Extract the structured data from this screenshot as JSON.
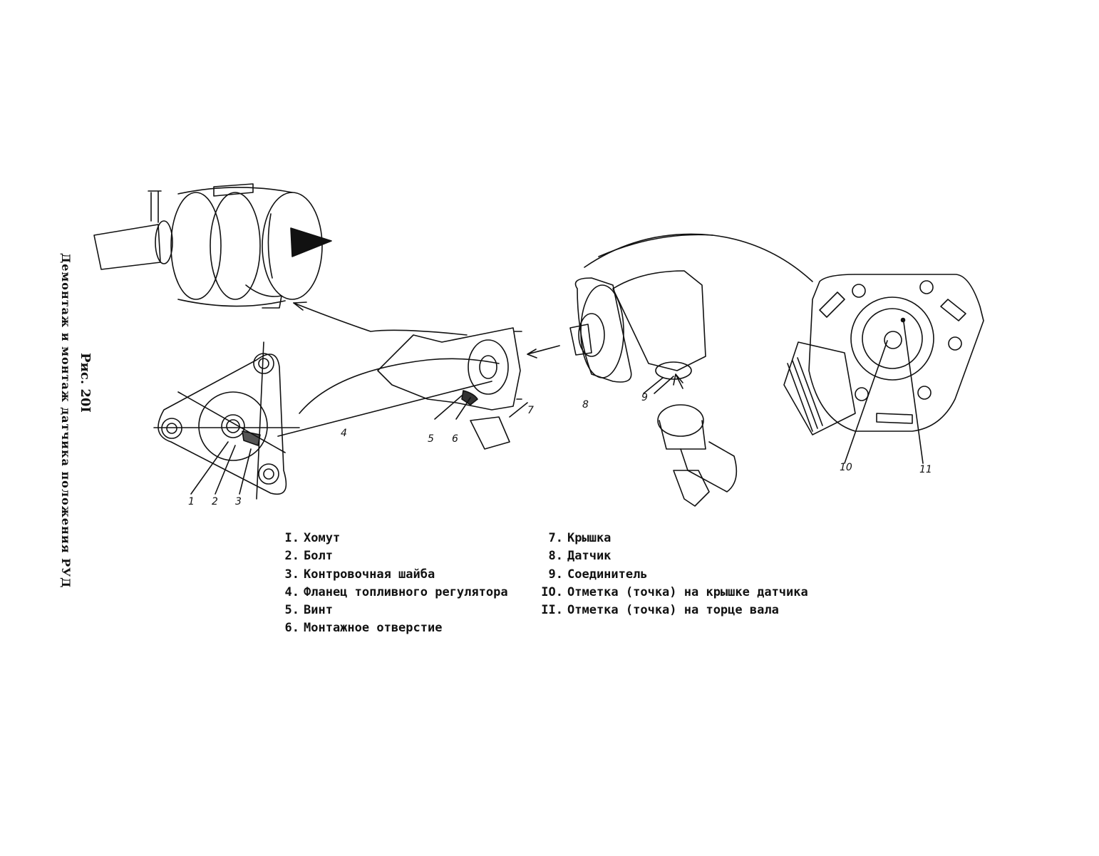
{
  "caption": {
    "title": "Демонтаж и монтаж датчика положения РУД",
    "figure": "Рис. 20I"
  },
  "callouts": [
    "1",
    "2",
    "3",
    "4",
    "5",
    "6",
    "7",
    "8",
    "9",
    "10",
    "11"
  ],
  "legend": {
    "left": [
      {
        "num": "I.",
        "text": "Хомут"
      },
      {
        "num": "2.",
        "text": "Болт"
      },
      {
        "num": "3.",
        "text": "Контровочная шайба"
      },
      {
        "num": "4.",
        "text": "Фланец топливного регулятора"
      },
      {
        "num": "5.",
        "text": "Винт"
      },
      {
        "num": "6.",
        "text": "Монтажное отверстие"
      }
    ],
    "right": [
      {
        "num": "7.",
        "text": "Крышка"
      },
      {
        "num": "8.",
        "text": "Датчик"
      },
      {
        "num": "9.",
        "text": "Соединитель"
      },
      {
        "num": "IO.",
        "text": "Отметка (точка) на крышке датчика"
      },
      {
        "num": "II.",
        "text": "Отметка (точка) на торце вала"
      }
    ]
  },
  "colors": {
    "ink": "#111111",
    "paper": "#ffffff"
  }
}
